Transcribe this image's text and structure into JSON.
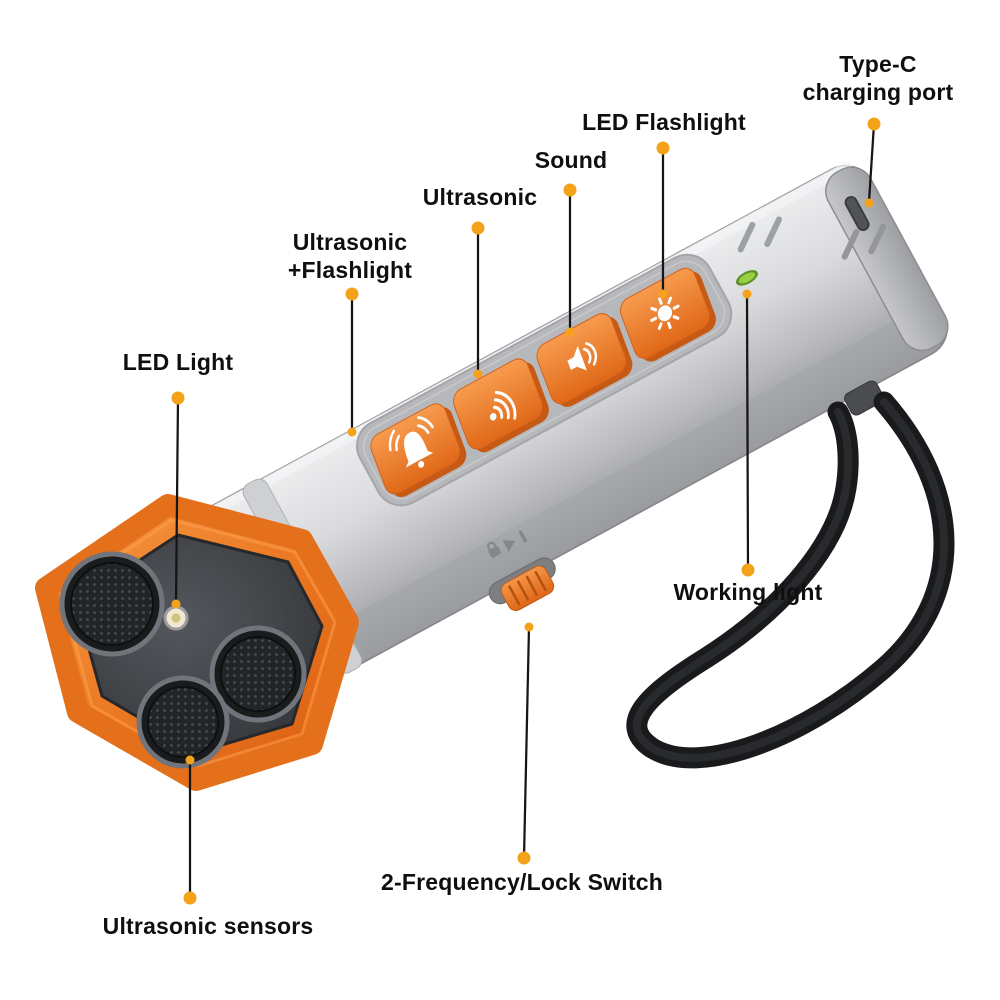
{
  "annotations": [
    {
      "id": "type-c",
      "label": "Type-C\ncharging port"
    },
    {
      "id": "led-flashlight",
      "label": "LED Flashlight"
    },
    {
      "id": "sound",
      "label": "Sound"
    },
    {
      "id": "ultrasonic",
      "label": "Ultrasonic"
    },
    {
      "id": "ultrasonic-flashlight",
      "label": "Ultrasonic\n+Flashlight"
    },
    {
      "id": "led-light",
      "label": "LED Light"
    },
    {
      "id": "working-light",
      "label": "Working light"
    },
    {
      "id": "freq-lock-switch",
      "label": "2-Frequency/Lock Switch"
    },
    {
      "id": "ultrasonic-sensors",
      "label": "Ultrasonic sensors"
    }
  ],
  "device": {
    "buttons": [
      {
        "icon": "bell-alarm-icon"
      },
      {
        "icon": "ultrasonic-waves-icon"
      },
      {
        "icon": "speaker-sound-icon"
      },
      {
        "icon": "sun-flashlight-icon"
      }
    ],
    "side_markings": [
      "lock-icon",
      "triangle-icon",
      "bar-icon"
    ],
    "colors": {
      "accent_orange": "#ee7623",
      "body_gray": "#c7c8ca",
      "callout_dot": "#f5a21b",
      "callout_line": "#151515",
      "working_light_green": "#8dc63f",
      "strap_black": "#191a1c"
    }
  }
}
